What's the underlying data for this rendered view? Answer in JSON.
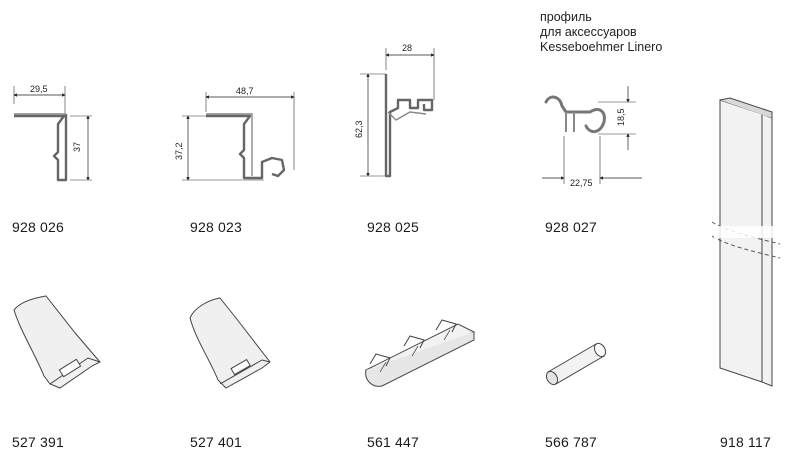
{
  "top_row": [
    {
      "code": "928 026",
      "dims": {
        "width": "29,5",
        "height": "37"
      }
    },
    {
      "code": "928 023",
      "dims": {
        "width": "48,7",
        "height": "37,2"
      }
    },
    {
      "code": "928 025",
      "dims": {
        "width": "28",
        "height": "62,3"
      }
    },
    {
      "code": "928 027",
      "dims": {
        "width": "22,75",
        "height": "18,5"
      },
      "note": [
        "профиль",
        "для аксессуаров",
        "Kesseboehmer Linero"
      ]
    }
  ],
  "bottom_row": [
    {
      "code": "527 391"
    },
    {
      "code": "527 401"
    },
    {
      "code": "561 447"
    },
    {
      "code": "566 787"
    },
    {
      "code": "918 117"
    }
  ]
}
